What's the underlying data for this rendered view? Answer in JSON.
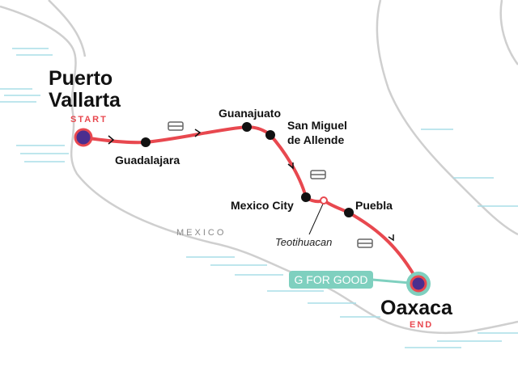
{
  "country": "MEXICO",
  "start": {
    "name": "Puerto Vallarta",
    "line1": "Puerto",
    "line2": "Vallarta",
    "tag": "START"
  },
  "end": {
    "name": "Oaxaca",
    "tag": "END"
  },
  "stops": [
    {
      "name": "Guadalajara"
    },
    {
      "name": "Guanajuato"
    },
    {
      "name": "San Miguel de Allende",
      "line1": "San Miguel",
      "line2": "de Allende"
    },
    {
      "name": "Mexico City"
    },
    {
      "name": "Puebla"
    }
  ],
  "side_trip": {
    "name": "Teotihuacan"
  },
  "badge": {
    "label": "G FOR GOOD"
  },
  "icons": [
    "bus-icon",
    "bus-icon",
    "bus-icon",
    "direction-arrow-icon"
  ],
  "colors": {
    "route": "#e8484f",
    "stop": "#111111",
    "endpoint_fill": "#4b2e8f",
    "badge": "#7fd0bf",
    "coast": "#cccccc",
    "water": "#9fdbe6"
  }
}
